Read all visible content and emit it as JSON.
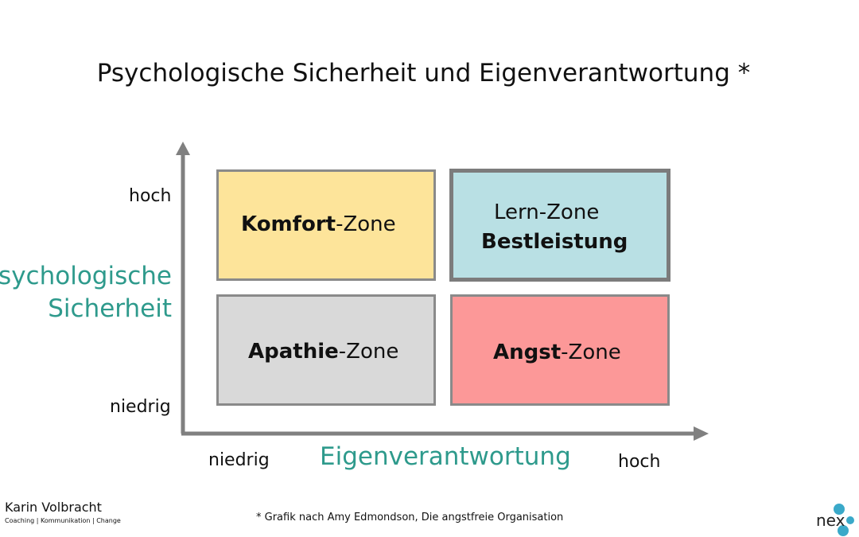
{
  "title": "Psychologische Sicherheit und Eigenverantwortung *",
  "y_axis": {
    "label_line1": "Psychologische",
    "label_line2": "Sicherheit",
    "tick_high": "hoch",
    "tick_low": "niedrig"
  },
  "x_axis": {
    "label": "Eigenverantwortung",
    "tick_low": "niedrig",
    "tick_high": "hoch"
  },
  "quadrants": {
    "top_left": {
      "bold": "Komfort",
      "normal": "-Zone",
      "color": "#fde49a"
    },
    "top_right": {
      "line1": "Lern-Zone",
      "line2": "Bestleistung",
      "color": "#b9e0e4"
    },
    "bottom_left": {
      "bold": "Apathie",
      "normal": "-Zone",
      "color": "#d9d9d9"
    },
    "bottom_right": {
      "bold": "Angst",
      "normal": "-Zone",
      "color": "#fc9898"
    }
  },
  "footnote": "* Grafik nach Amy Edmondson, Die angstfreie Organisation",
  "brand": {
    "name": "Karin Volbracht",
    "tagline": "Coaching | Kommunikation | Change",
    "logo_text": "nex",
    "logo_color": "#3aa9c9"
  },
  "colors": {
    "accent": "#2e9a8c",
    "axis": "#808080",
    "border": "#8a8a8a"
  }
}
